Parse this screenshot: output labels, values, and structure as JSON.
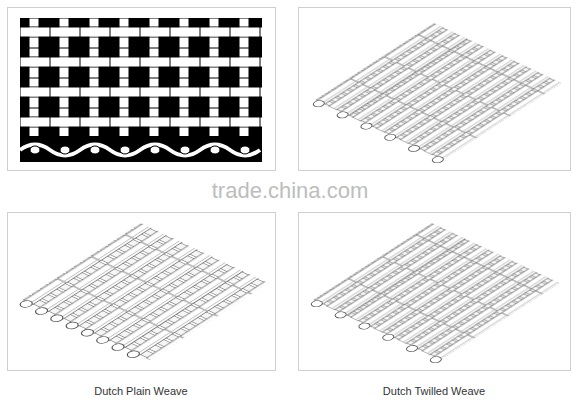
{
  "diagram": {
    "labels": [
      "trade.china.com",
      "Dutch Plain Weave",
      "Dutch Twilled Weave"
    ]
  }
}
